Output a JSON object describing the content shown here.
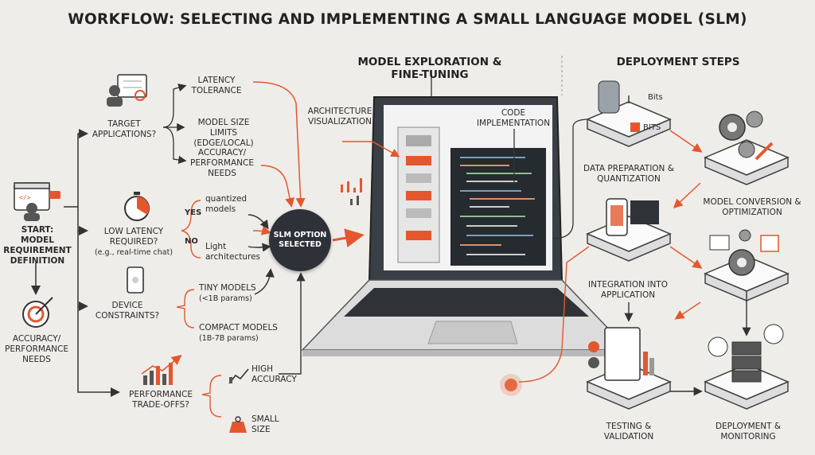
{
  "title": "WORKFLOW: SELECTING AND IMPLEMENTING A SMALL LANGUAGE MODEL (SLM)",
  "left": {
    "start": "START: MODEL REQUIREMENT DEFINITION",
    "accuracy": "ACCURACY/ PERFORMANCE NEEDS",
    "target": "TARGET APPLICATIONS?",
    "latency_tolerance": "LATENCY TOLERANCE",
    "model_size": "MODEL SIZE LIMITS (EDGE/LOCAL)",
    "accuracy_perf": "ACCURACY/ PERFORMANCE NEEDS",
    "low_latency": "LOW LATENCY REQUIRED?",
    "low_latency_sub": "(e.g., real-time chat)",
    "yes": "YES",
    "no": "NO",
    "quantized": "quantized models",
    "light": "Light architectures",
    "device": "DEVICE CONSTRAINTS?",
    "tiny": "TINY MODELS",
    "tiny_sub": "(<1B params)",
    "compact": "COMPACT MODELS",
    "compact_sub": "(1B-7B params)",
    "tradeoffs": "PERFORMANCE TRADE-OFFS?",
    "high_acc": "HIGH ACCURACY",
    "small_size": "SMALL SIZE",
    "slm_option": "SLM OPTION SELECTED"
  },
  "center": {
    "header": "MODEL EXPLORATION & FINE-TUNING",
    "arch": "ARCHITECTURE VISUALIZATION",
    "code": "CODE IMPLEMENTATION"
  },
  "right": {
    "header": "DEPLOYMENT STEPS",
    "bits1": "Bits",
    "bits2": "BITS",
    "data_prep": "DATA PREPARATION & QUANTIZATION",
    "conversion": "MODEL CONVERSION & OPTIMIZATION",
    "integration": "INTEGRATION INTO APPLICATION",
    "testing": "TESTING & VALIDATION",
    "deployment": "DEPLOYMENT & MONITORING"
  },
  "colors": {
    "accent": "#e4572e",
    "dark": "#2e3238",
    "bg": "#efedea"
  }
}
